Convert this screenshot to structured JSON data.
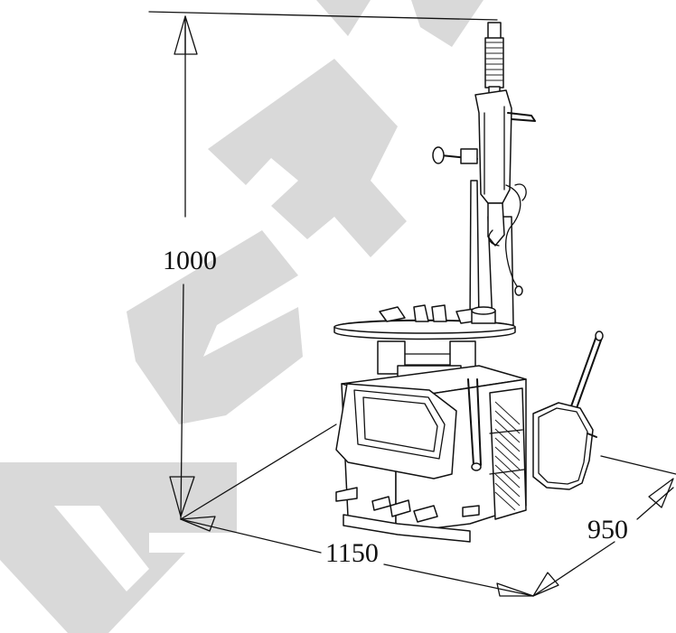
{
  "figure": {
    "dimensions": {
      "height": "1000",
      "depth": "1150",
      "width": "950"
    }
  },
  "colors": {
    "line": "#111111",
    "watermark": "#d9d9d9",
    "background": "#ffffff"
  }
}
